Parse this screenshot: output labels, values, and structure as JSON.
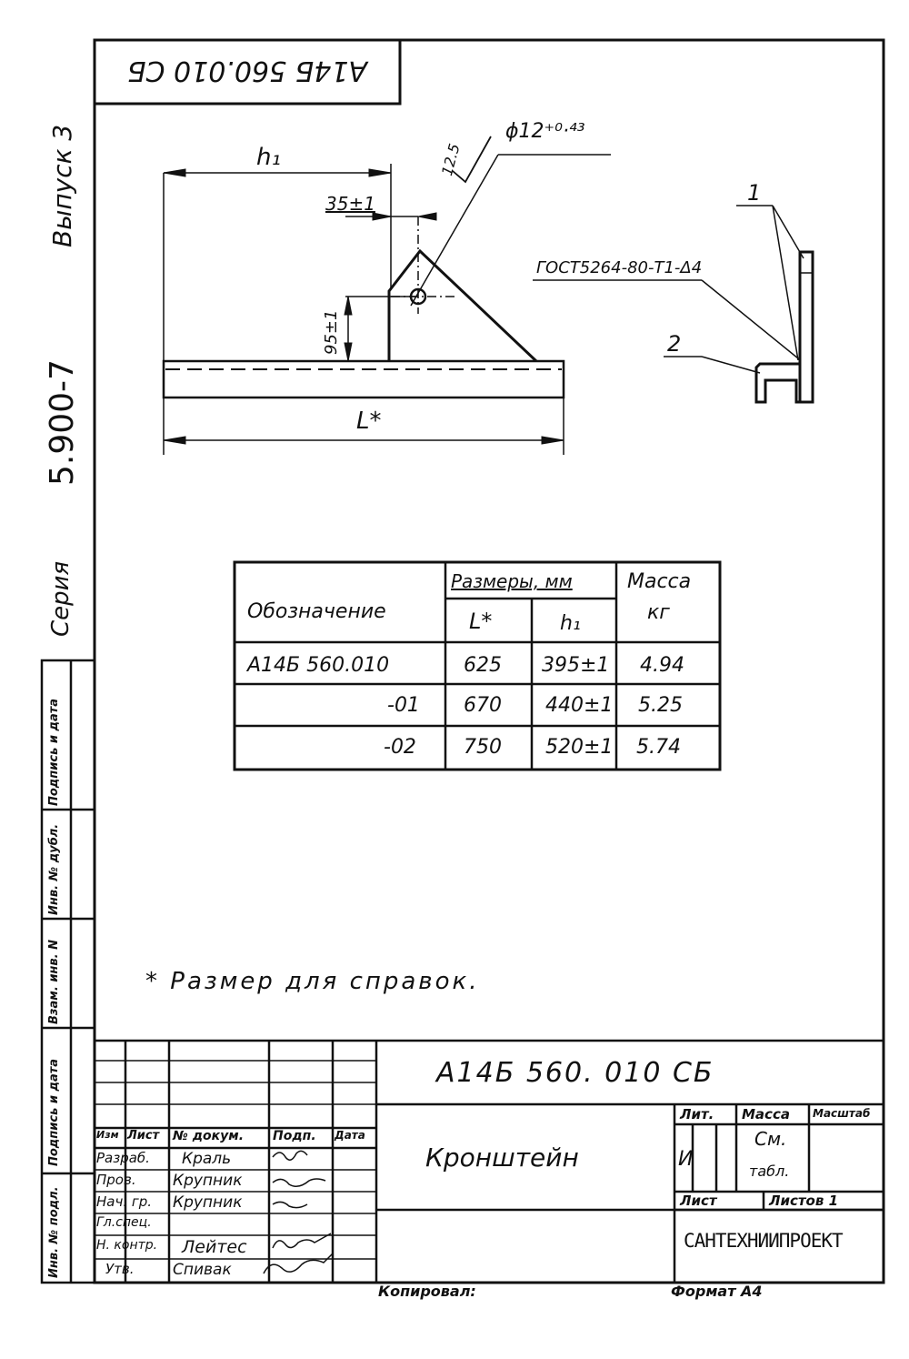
{
  "stamp_top": "А14Б 560.010 СБ",
  "margin": {
    "vypusk": "Выпуск 3",
    "code": "5.900-7",
    "seriya": "Серия"
  },
  "side_stamp": [
    "Инв. № подл.",
    "Подпись и дата",
    "Взам. инв. N",
    "Инв. № дубл.",
    "Подпись и дата"
  ],
  "drawing": {
    "dim_h1": "h₁",
    "dim_35": "35±1",
    "dim_95": "95±1",
    "dim_L": "L*",
    "hole": "ϕ12⁺⁰·⁴³",
    "roughness": "12.5",
    "weld": "ГОСТ5264-80-Т1-Δ4",
    "item1": "1",
    "item2": "2"
  },
  "spec_table": {
    "col_designation": "Обозначение",
    "col_sizes": "Размеры, мм",
    "col_L": "L*",
    "col_h1": "h₁",
    "col_mass_1": "Масса",
    "col_mass_2": "кг",
    "rows": [
      {
        "designation": "А14Б 560.010",
        "L": "625",
        "h1": "395±1",
        "mass": "4.94"
      },
      {
        "designation": "-01",
        "L": "670",
        "h1": "440±1",
        "mass": "5.25"
      },
      {
        "designation": "-02",
        "L": "750",
        "h1": "520±1",
        "mass": "5.74"
      }
    ]
  },
  "note": "* Размер для справок.",
  "title_block": {
    "doc_number": "А14Б 560. 010 СБ",
    "name": "Кронштейн",
    "headers": [
      "Изм",
      "Лист",
      "№ докум.",
      "Подп.",
      "Дата"
    ],
    "roles": [
      {
        "role": "Разраб.",
        "name": "Краль"
      },
      {
        "role": "Пров.",
        "name": "Крупник"
      },
      {
        "role": "Нач. гр.",
        "name": "Крупник"
      },
      {
        "role": "Гл.спец.",
        "name": ""
      },
      {
        "role": "Н. контр.",
        "name": "Лейтес"
      },
      {
        "role": "Утв.",
        "name": "Спивак"
      }
    ],
    "lit_label": "Лит.",
    "lit_value": "И",
    "mass_label": "Масса",
    "mass_value_1": "См.",
    "mass_value_2": "табл.",
    "scale_label": "Масштаб",
    "sheet_label": "Лист",
    "sheets_label": "Листов 1",
    "org": "САНТЕХНИИПРОЕКТ"
  },
  "footer": {
    "copied": "Копировал:",
    "format": "Формат А4"
  }
}
